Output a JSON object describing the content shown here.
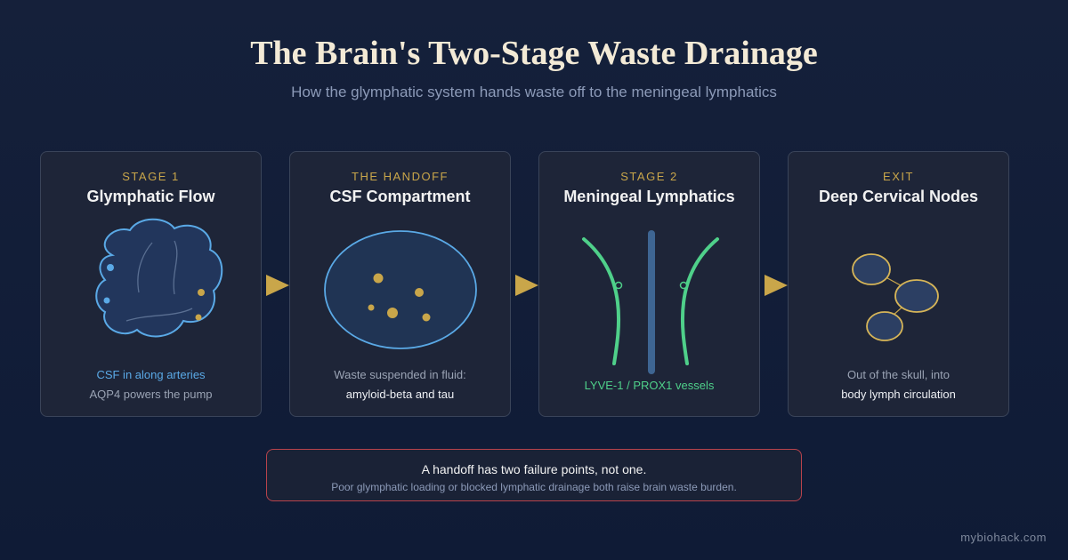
{
  "header": {
    "title": "The Brain's Two-Stage Waste Drainage",
    "subtitle": "How the glymphatic system hands waste off to the meningeal lymphatics"
  },
  "stages": [
    {
      "kicker": "STAGE 1",
      "title": "Glymphatic Flow",
      "icon": "brain-icon",
      "line1": "CSF in along arteries",
      "line2": "AQP4 powers the pump"
    },
    {
      "kicker": "THE HANDOFF",
      "title": "CSF Compartment",
      "icon": "csf-compartment-icon",
      "line1": "Waste suspended in fluid:",
      "line2": "amyloid-beta and tau"
    },
    {
      "kicker": "STAGE 2",
      "title": "Meningeal Lymphatics",
      "icon": "lymphatic-vessels-icon",
      "caption": "LYVE-1 / PROX1 vessels"
    },
    {
      "kicker": "EXIT",
      "title": "Deep Cervical Nodes",
      "icon": "lymph-nodes-icon",
      "line1": "Out of the skull, into",
      "line2": "body lymph circulation"
    }
  ],
  "callout": {
    "main": "A handoff has two failure points, not one.",
    "sub": "Poor glymphatic loading or blocked lymphatic drainage both raise brain waste burden."
  },
  "footer": {
    "brand": "mybiohack.com"
  },
  "colors": {
    "accent_gold": "#c9a64a",
    "csf_blue": "#5aa9e6",
    "lymph_green": "#4fd08a",
    "warning_red": "#b8434c"
  }
}
